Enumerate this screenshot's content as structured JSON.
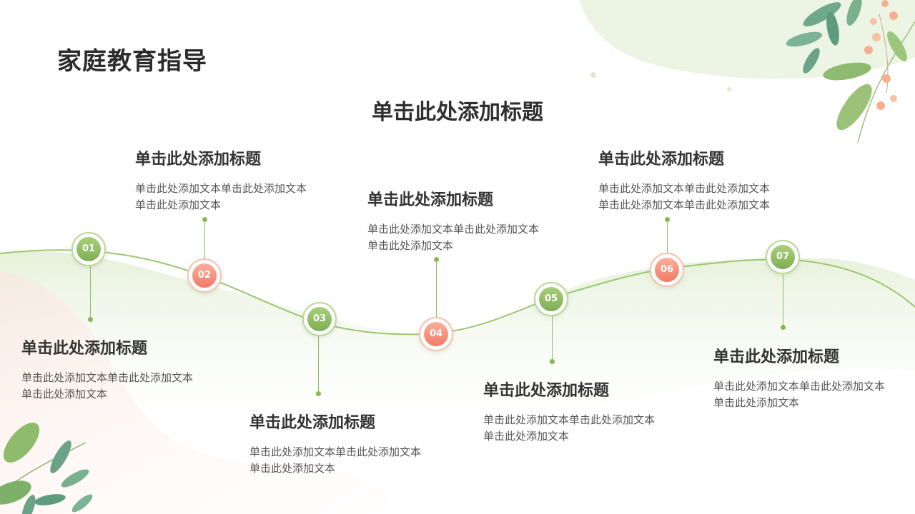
{
  "slide": {
    "page_title": "家庭教育指导",
    "main_heading": "单击此处添加标题"
  },
  "theme": {
    "accent_green": "#8bbd5c",
    "node_green": "#8fbf63",
    "node_pink": "#f4907b",
    "leaf_green": "#86b86a",
    "berry": "#f6b08f"
  },
  "steps": [
    {
      "number": "01",
      "color": "green",
      "title": "单击此处添加标题",
      "body": "单击此处添加文本单击此处添加文本单击此处添加文本"
    },
    {
      "number": "02",
      "color": "pink",
      "title": "单击此处添加标题",
      "body": "单击此处添加文本单击此处添加文本单击此处添加文本"
    },
    {
      "number": "03",
      "color": "green",
      "title": "单击此处添加标题",
      "body": "单击此处添加文本单击此处添加文本单击此处添加文本"
    },
    {
      "number": "04",
      "color": "pink",
      "title": "单击此处添加标题",
      "body": "单击此处添加文本单击此处添加文本单击此处添加文本"
    },
    {
      "number": "05",
      "color": "green",
      "title": "单击此处添加标题",
      "body": "单击此处添加文本单击此处添加文本单击此处添加文本"
    },
    {
      "number": "06",
      "color": "pink",
      "title": "单击此处添加标题",
      "body": "单击此处添加文本单击此处添加文本单击此处添加文本单击此处添加文本"
    },
    {
      "number": "07",
      "color": "green",
      "title": "单击此处添加标题",
      "body": "单击此处添加文本单击此处添加文本单击此处添加文本"
    }
  ]
}
